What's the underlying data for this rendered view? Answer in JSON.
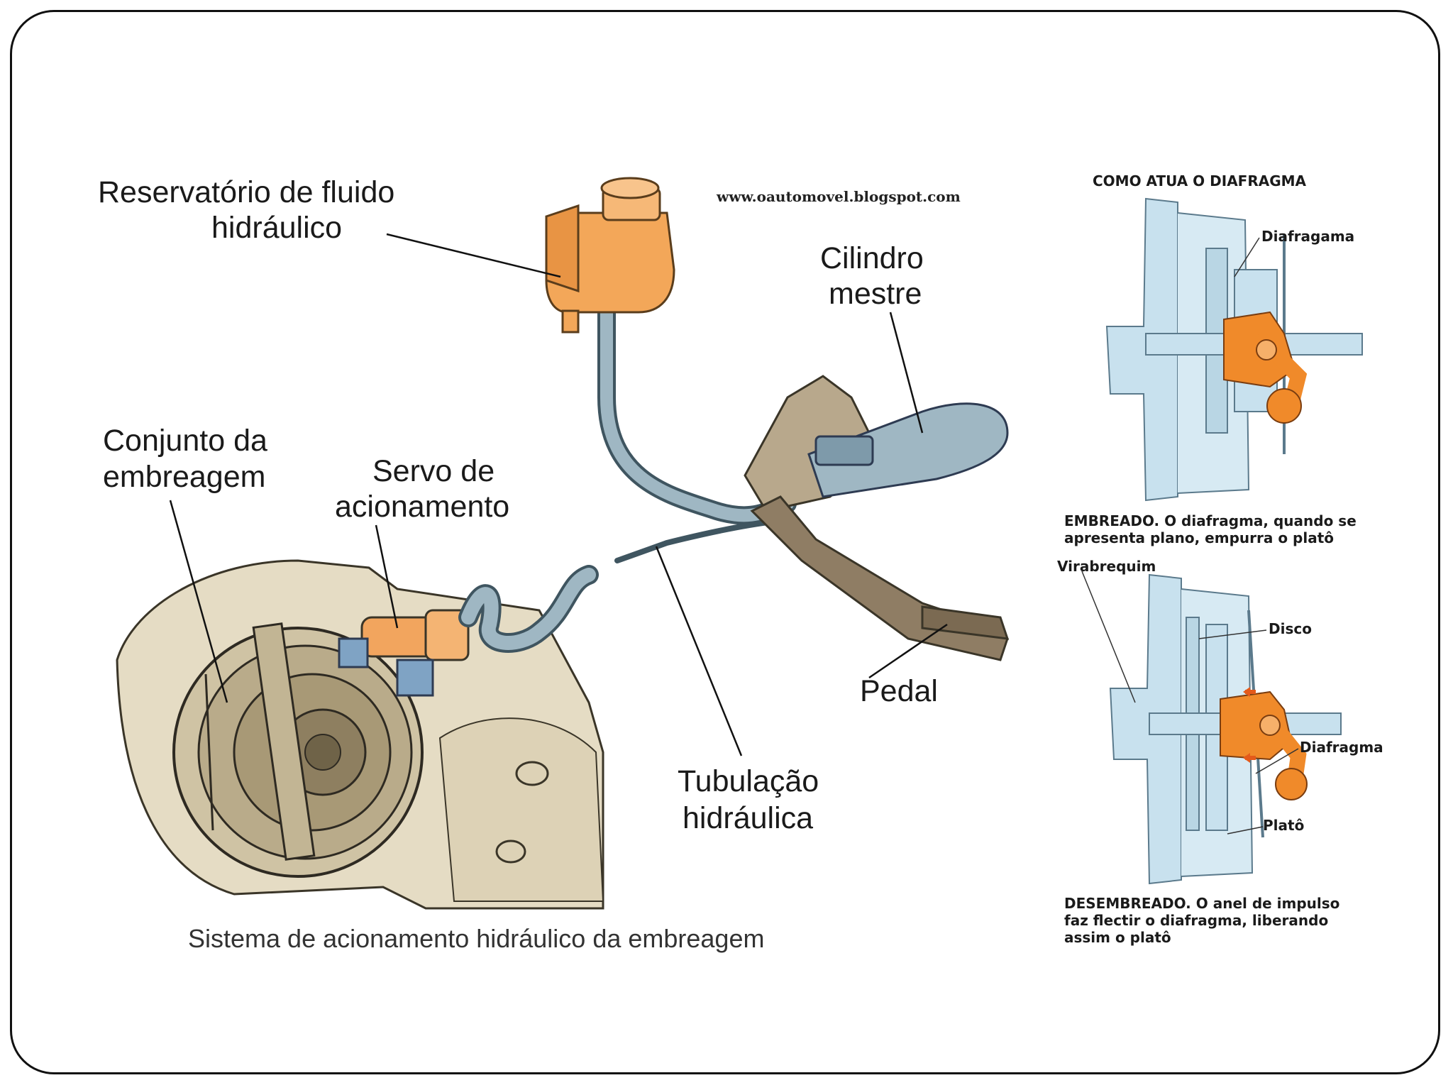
{
  "main_diagram": {
    "url_text": "www.oautomovel.blogspot.com",
    "labels": {
      "reservatorio_line1": "Reservatório de fluido",
      "reservatorio_line2": "hidráulico",
      "cilindro_line1": "Cilindro",
      "cilindro_line2": "mestre",
      "conjunto_line1": "Conjunto da",
      "conjunto_line2": "embreagem",
      "servo_line1": "Servo de",
      "servo_line2": "acionamento",
      "pedal": "Pedal",
      "tubulacao_line1": "Tubulação",
      "tubulacao_line2": "hidráulica"
    },
    "caption": "Sistema de acionamento hidráulico da embreagem"
  },
  "side_panel": {
    "title": "COMO ATUA O DIAFRAGMA",
    "top_diagram": {
      "label_diafragama": "Diafragama",
      "caption_line1": "EMBREADO. O diafragma, quando se",
      "caption_line2": "apresenta plano, empurra o platô"
    },
    "bottom_diagram": {
      "label_virabrequim": "Virabrequim",
      "label_disco": "Disco",
      "label_diafragma": "Diafragma",
      "label_plato": "Platô",
      "caption_line1": "DESEMBREADO. O anel de impulso",
      "caption_line2": "faz flectir o diafragma, liberando",
      "caption_line3": "assim o platô"
    }
  },
  "colors": {
    "housing": "#e5dcc4",
    "housing_stroke": "#3a3528",
    "pedal": "#8f7d64",
    "orange": "#f2a55e",
    "diagram_blue": "#c8e1ee",
    "bearing_orange": "#f08a2a",
    "tube": "#9fb7c3"
  }
}
